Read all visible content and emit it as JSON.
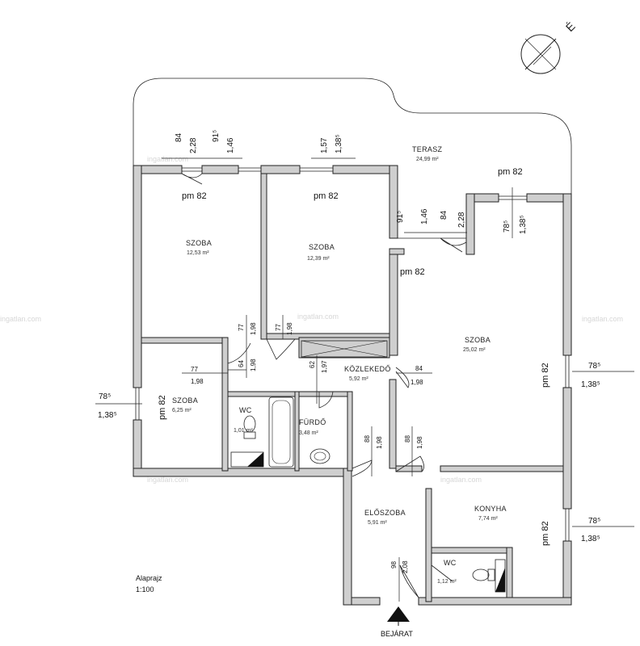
{
  "watermark": "ingatlan.com",
  "entrance_label": "BEJÁRAT",
  "scale_note": {
    "title": "Alaprajz",
    "scale": "1:100"
  },
  "rooms": {
    "terrace": {
      "name": "TERASZ",
      "area": "24,99 m²"
    },
    "room1": {
      "name": "SZOBA",
      "area": "12,53 m²"
    },
    "room2": {
      "name": "SZOBA",
      "area": "12,39 m²"
    },
    "room3": {
      "name": "SZOBA",
      "area": "6,25 m²"
    },
    "living": {
      "name": "SZOBA",
      "area": "25,02 m²"
    },
    "corridor": {
      "name": "KÖZLEKEDŐ",
      "area": "5,92 m²"
    },
    "wc1": {
      "name": "WC",
      "area": "1,01 m²"
    },
    "bath": {
      "name": "FÜRDŐ",
      "area": "3,48 m²"
    },
    "hall": {
      "name": "ELŐSZOBA",
      "area": "5,91 m²"
    },
    "kitchen": {
      "name": "KONYHA",
      "area": "7,74 m²"
    },
    "wc2": {
      "name": "WC",
      "area": "1,12 m²"
    }
  },
  "dims": {
    "d84": "84",
    "d228": "2,28",
    "d915": "91⁵",
    "d146": "1,46",
    "d157": "1,57",
    "d1385": "1,38⁵",
    "d785": "78⁵",
    "d77": "77",
    "d198": "1,98",
    "d64": "64",
    "d62": "62",
    "d197": "1,97",
    "d88": "88",
    "d98": "98",
    "d208": "2,08",
    "pm82": "pm 82"
  }
}
